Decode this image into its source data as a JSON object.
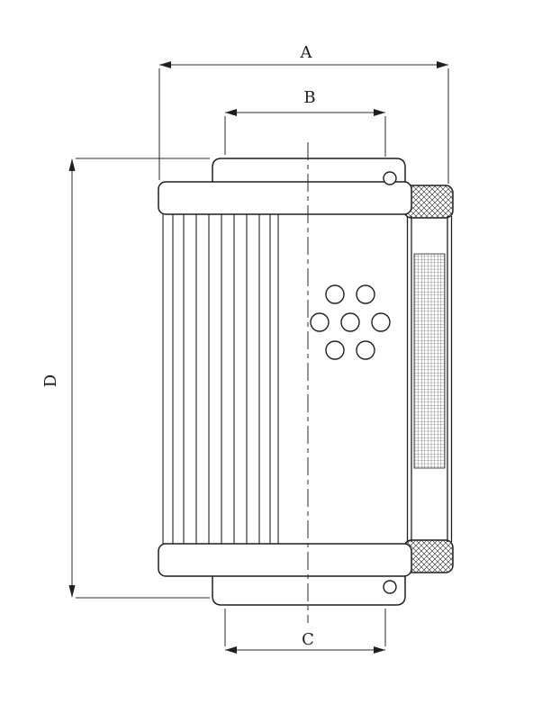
{
  "drawing": {
    "kind": "hydraulic-filter-element-half-section",
    "dim_labels": {
      "a": "A",
      "b": "B",
      "c": "C",
      "d": "D"
    }
  }
}
